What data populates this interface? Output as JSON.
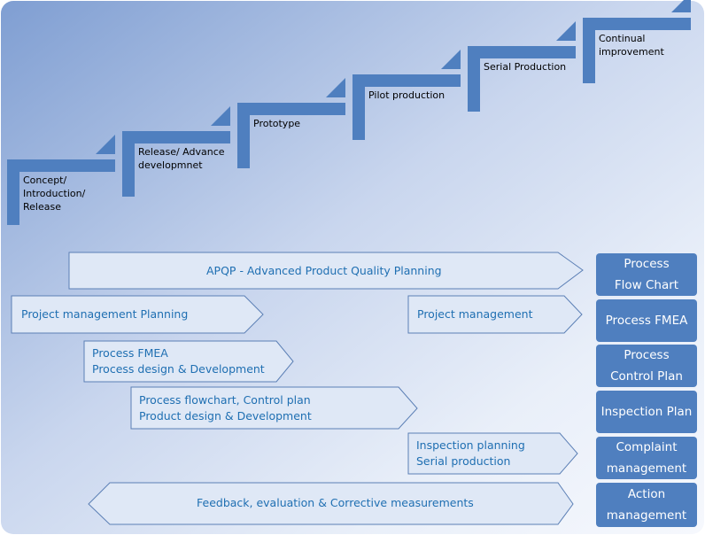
{
  "colors": {
    "stair_fill": "#4f7fbf",
    "arrow_fill": "#dfe8f6",
    "arrow_stroke": "#5b7fb5",
    "arrow_text": "#1f6fb2",
    "side_box": "#4f7fbf"
  },
  "stairs": [
    {
      "label": "Concept/\nIntroduction/\nRelease"
    },
    {
      "label": "Release/ Advance\ndevelopmnet"
    },
    {
      "label": "Prototype"
    },
    {
      "label": "Pilot production"
    },
    {
      "label": "Serial Production"
    },
    {
      "label": "Continual\nimprovement"
    }
  ],
  "arrows": [
    {
      "text": "APQP - Advanced Product Quality  Planning"
    },
    {
      "text": "Project management Planning"
    },
    {
      "text": "Project management"
    },
    {
      "text": "Process FMEA\nProcess design & Development"
    },
    {
      "text": "Process flowchart,  Control plan\nProduct design  & Development"
    },
    {
      "text": "Inspection planning\nSerial production"
    },
    {
      "text": "Feedback, evaluation & Corrective  measurements"
    }
  ],
  "side_boxes": [
    {
      "text": "Process\nFlow Chart"
    },
    {
      "text": "Process FMEA"
    },
    {
      "text": "Process\nControl Plan"
    },
    {
      "text": "Inspection Plan"
    },
    {
      "text": "Complaint\nmanagement"
    },
    {
      "text": "Action\nmanagement"
    }
  ]
}
